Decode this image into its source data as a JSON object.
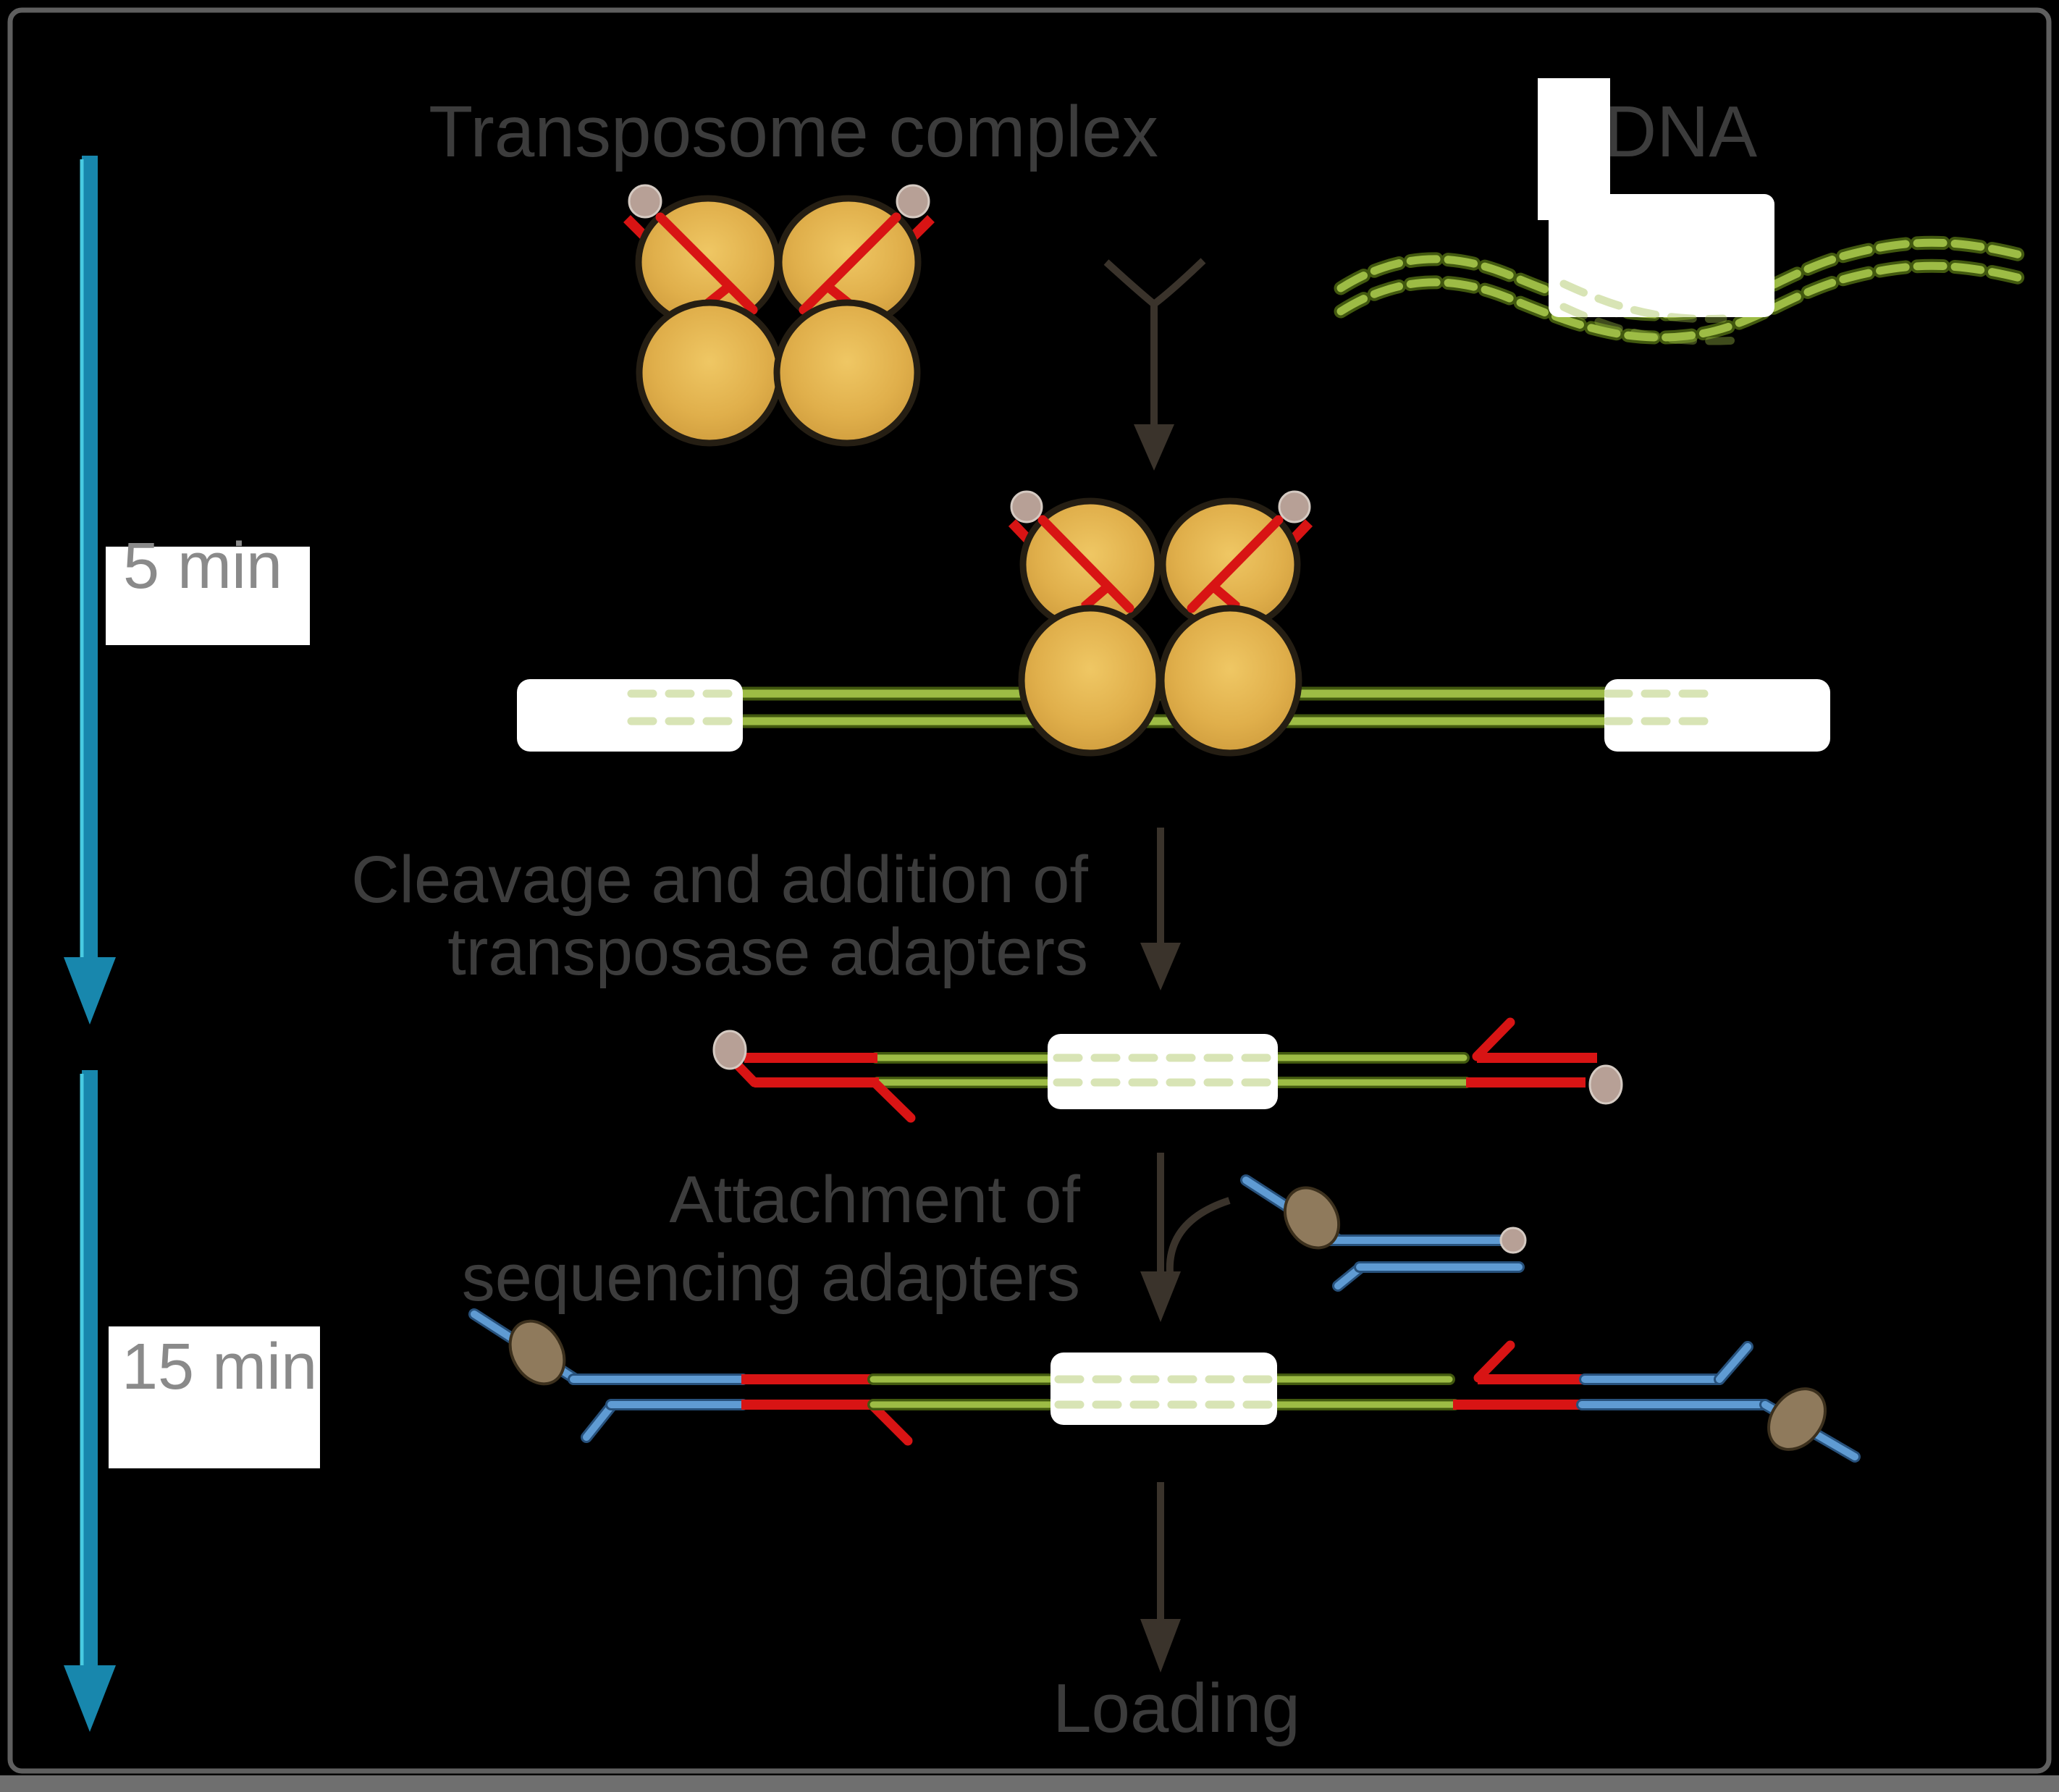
{
  "figure": {
    "title": "Transposome complex",
    "dna_label": "DNA",
    "timeline": {
      "step1_duration": "5 min",
      "step2_duration": "15 min"
    },
    "captions": {
      "cleavage_line1": "Cleavage and addition of",
      "cleavage_line2": "transposase adapters",
      "attachment_line1": "Attachment of",
      "attachment_line2": "sequencing adapters",
      "loading": "Loading"
    },
    "colors": {
      "background": "#000000",
      "frame_gray": "#6b6b6b",
      "label_text": "#3c3c3c",
      "duration_text": "#8a8a8a",
      "timeline_arrow_teal": "#1887ad",
      "flow_arrow_dark": "#3a332b",
      "transposase_gold": "#e2b24e",
      "adapter_red": "#d81414",
      "dna_green": "#9dbc45",
      "sequencing_adapter_blue": "#5f9bd3",
      "motor_protein_brown": "#8f7a5c",
      "blocker_tan": "#b7a096",
      "callout_white": "#ffffff"
    }
  }
}
